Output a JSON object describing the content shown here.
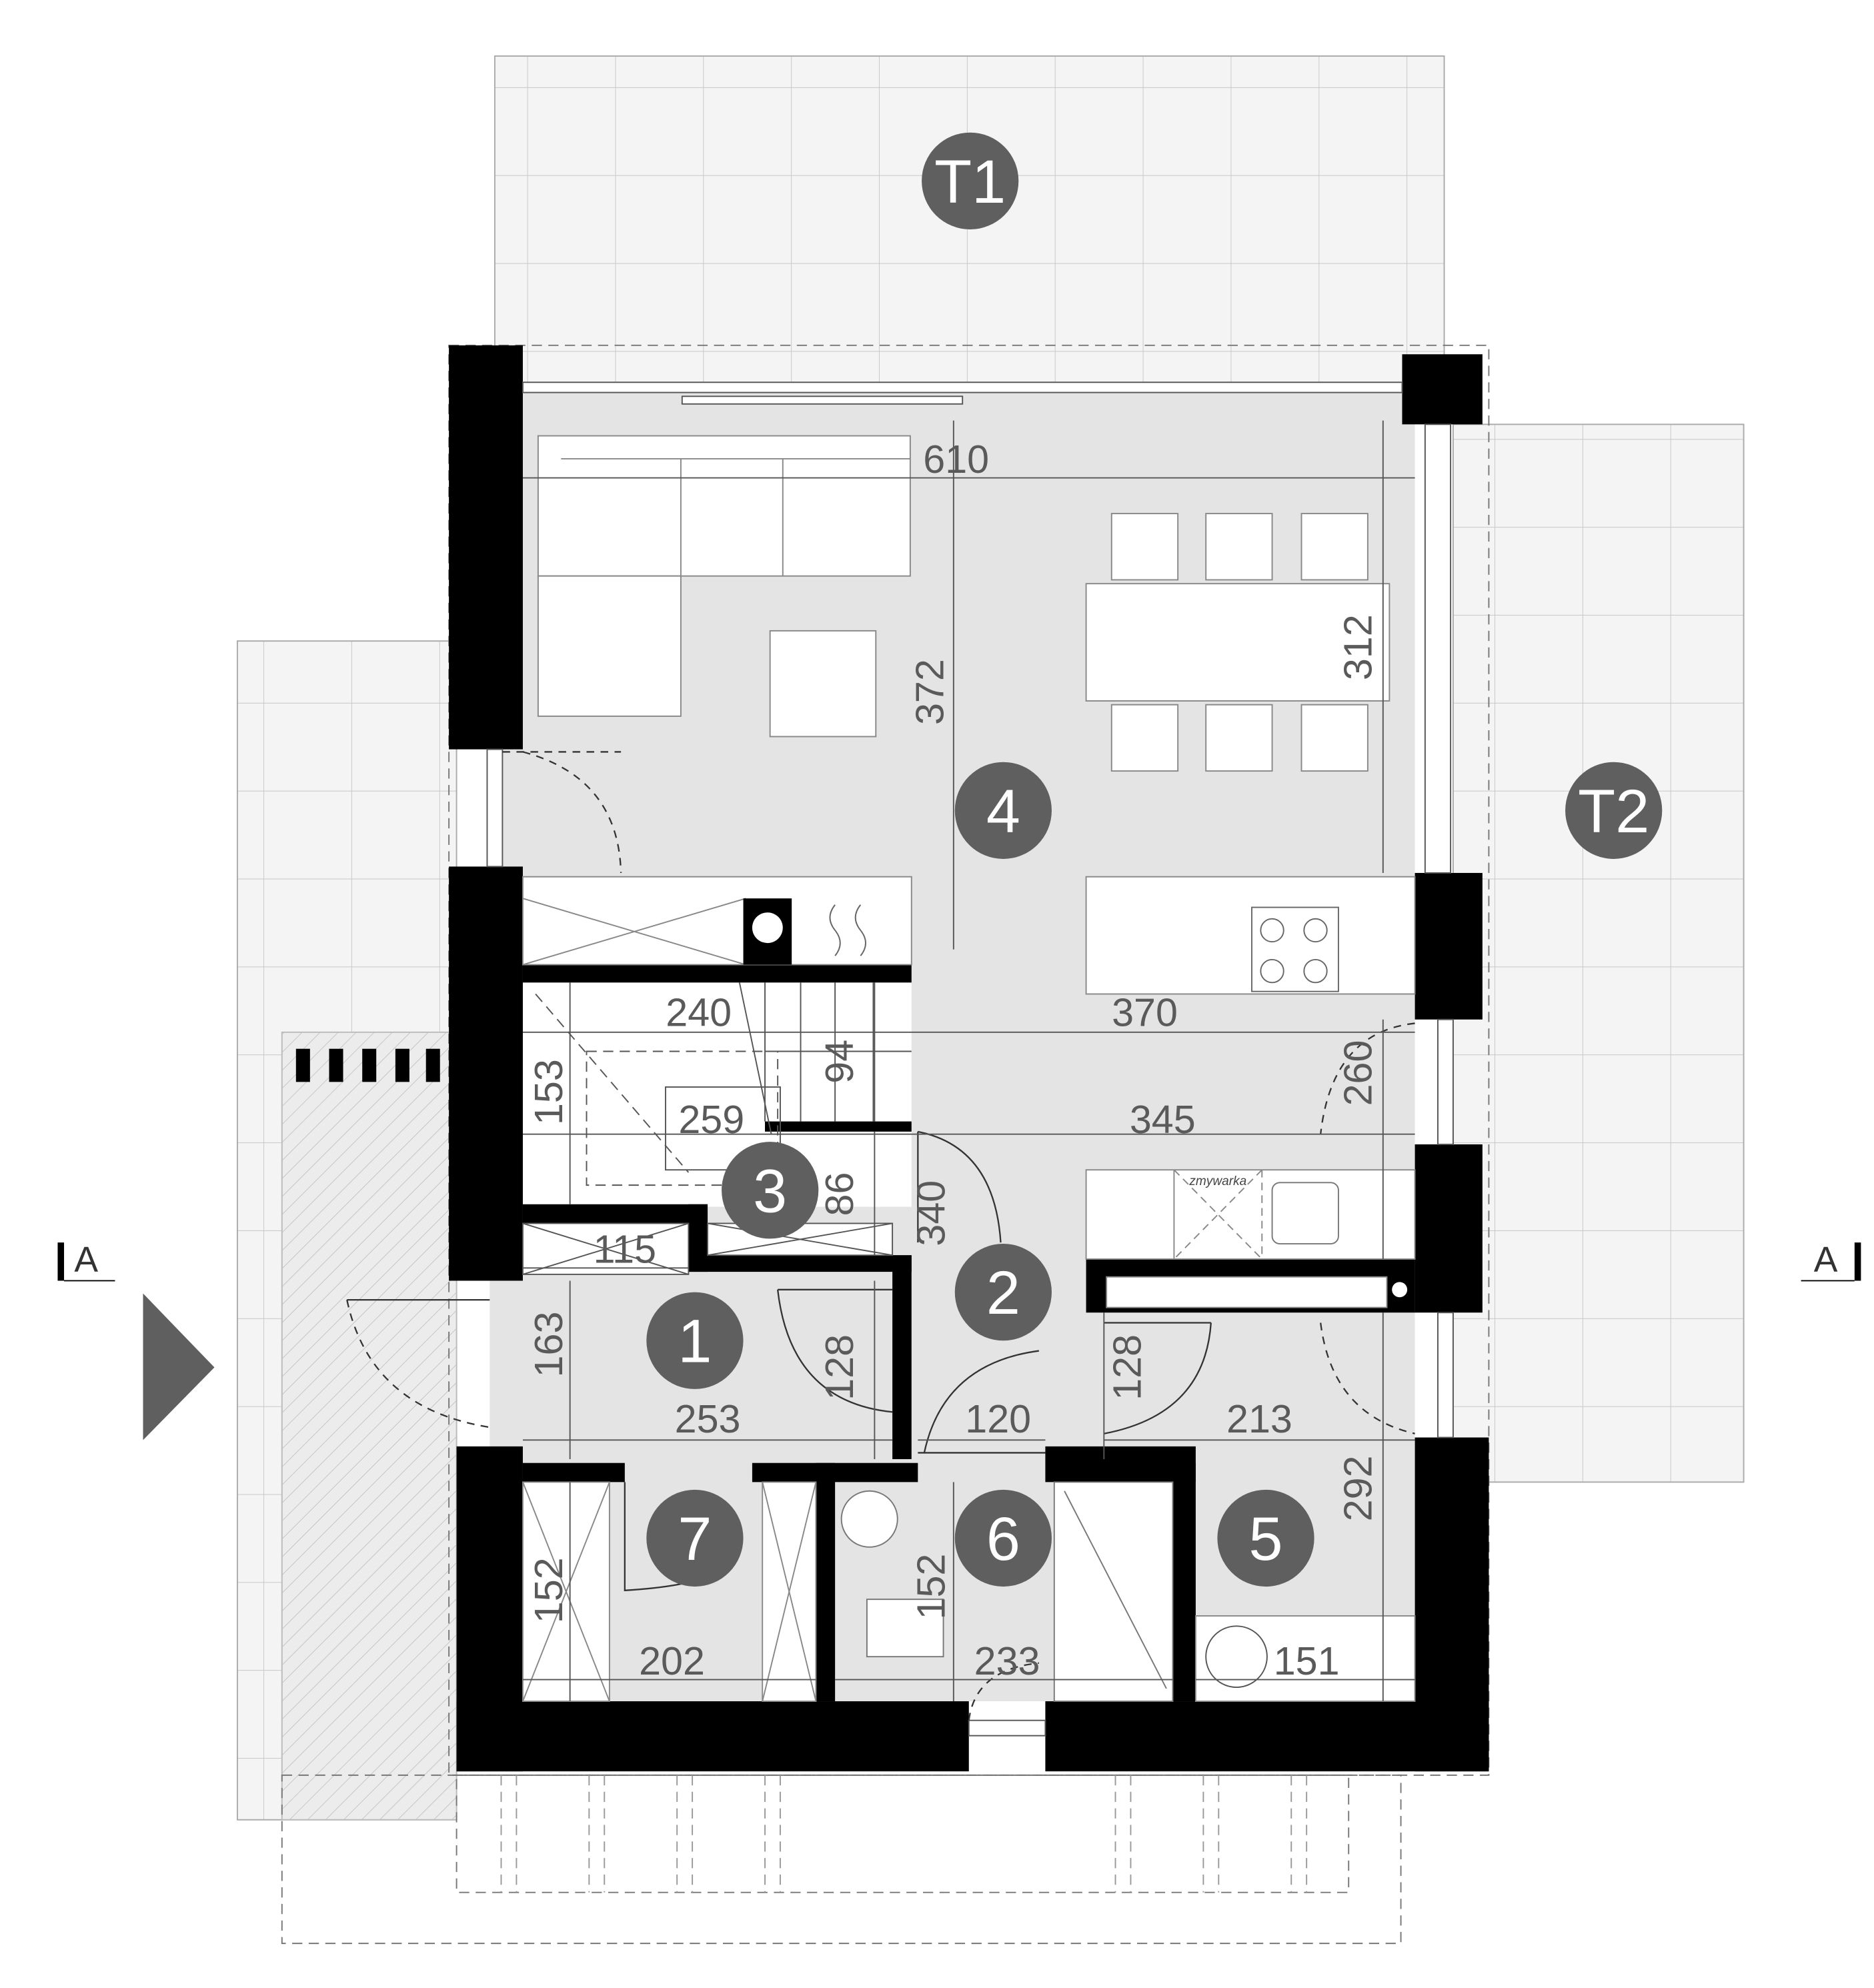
{
  "colors": {
    "wall": "#000000",
    "floor": "#e4e4e4",
    "terrace": "#f3f3f3",
    "badge": "#5f5f5f",
    "dimension_text": "#5a5a5a"
  },
  "terraces": [
    {
      "label": "T1"
    },
    {
      "label": "T2"
    }
  ],
  "rooms": [
    {
      "label": "1"
    },
    {
      "label": "2"
    },
    {
      "label": "3"
    },
    {
      "label": "4"
    },
    {
      "label": "5"
    },
    {
      "label": "6"
    },
    {
      "label": "7"
    }
  ],
  "dimensions": {
    "d610": "610",
    "d372": "372",
    "d312": "312",
    "d370": "370",
    "d240": "240",
    "d94": "94",
    "d153": "153",
    "d259": "259",
    "d345": "345",
    "d260": "260",
    "d86": "86",
    "d340": "340",
    "d115": "115",
    "d163": "163",
    "d128a": "128",
    "d128b": "128",
    "d253": "253",
    "d120": "120",
    "d213": "213",
    "d292": "292",
    "d152a": "152",
    "d152b": "152",
    "d202": "202",
    "d233": "233",
    "d151": "151"
  },
  "appliance_label": "zmywarka",
  "section_marks": {
    "left": "A",
    "right": "A"
  }
}
